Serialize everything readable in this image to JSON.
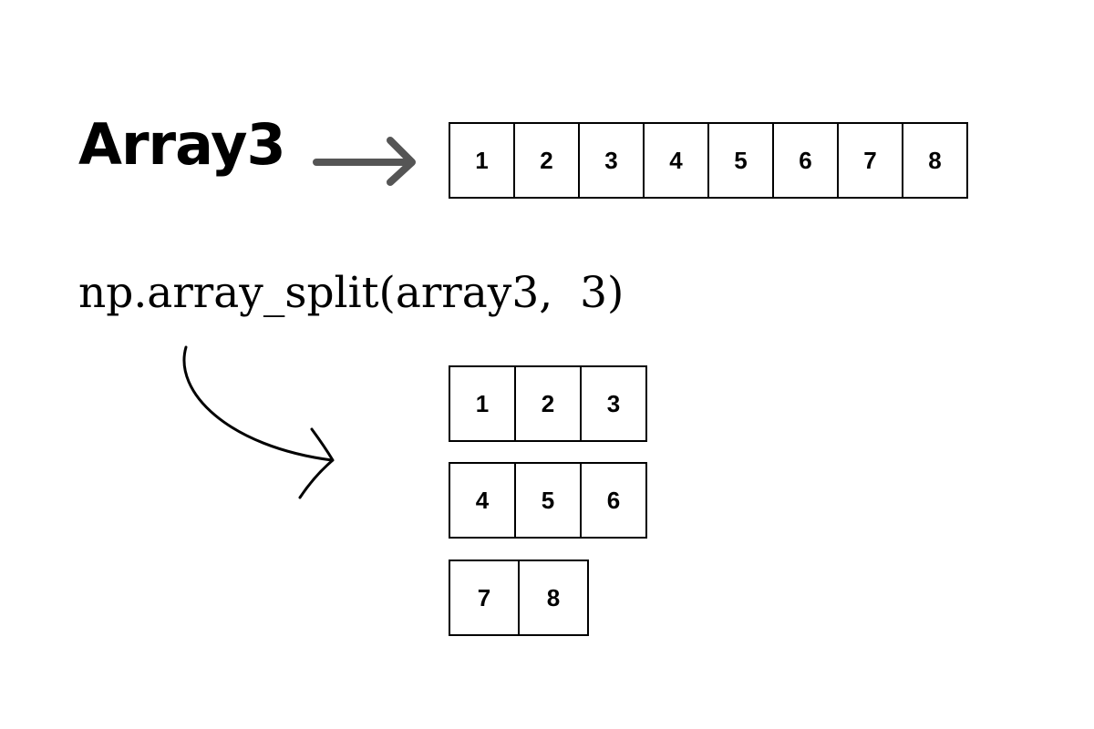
{
  "title": "Array3",
  "code": "np.array_split(array3,  3)",
  "source_array": [
    "1",
    "2",
    "3",
    "4",
    "5",
    "6",
    "7",
    "8"
  ],
  "split_groups": [
    [
      "1",
      "2",
      "3"
    ],
    [
      "4",
      "5",
      "6"
    ],
    [
      "7",
      "8"
    ]
  ],
  "icons": {
    "straight_arrow": "arrow-right-icon",
    "curved_arrow": "curved-arrow-icon"
  },
  "colors": {
    "straight_arrow": "#555555",
    "text": "#000000",
    "background": "#ffffff"
  }
}
